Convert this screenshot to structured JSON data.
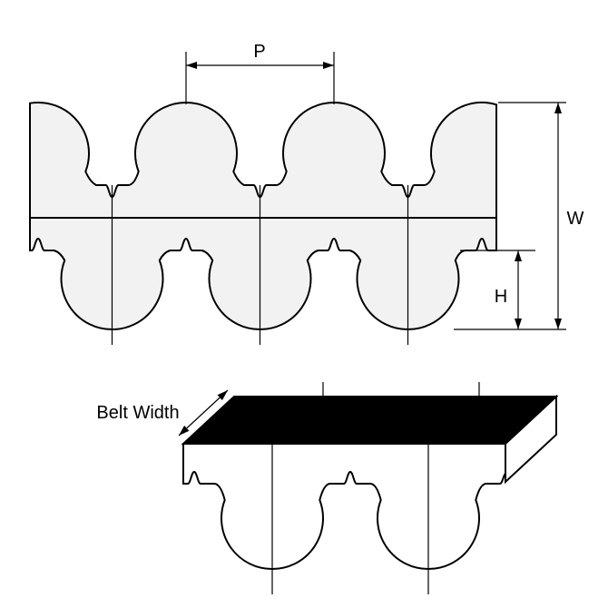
{
  "diagram": {
    "description": "Double-sided curvilinear timing belt cross-section with pitch, thickness and tooth-height dimensions, plus 3D perspective view showing belt width",
    "labels": {
      "pitch": "P",
      "overall_thickness": "W",
      "tooth_height": "H",
      "belt_width": "Belt Width"
    },
    "colors": {
      "outline": "#000000",
      "belt_fill": "#F2F2F2",
      "top_face_fill": "#000000",
      "face_fill": "#FFFFFF",
      "background": "#FFFFFF"
    }
  }
}
